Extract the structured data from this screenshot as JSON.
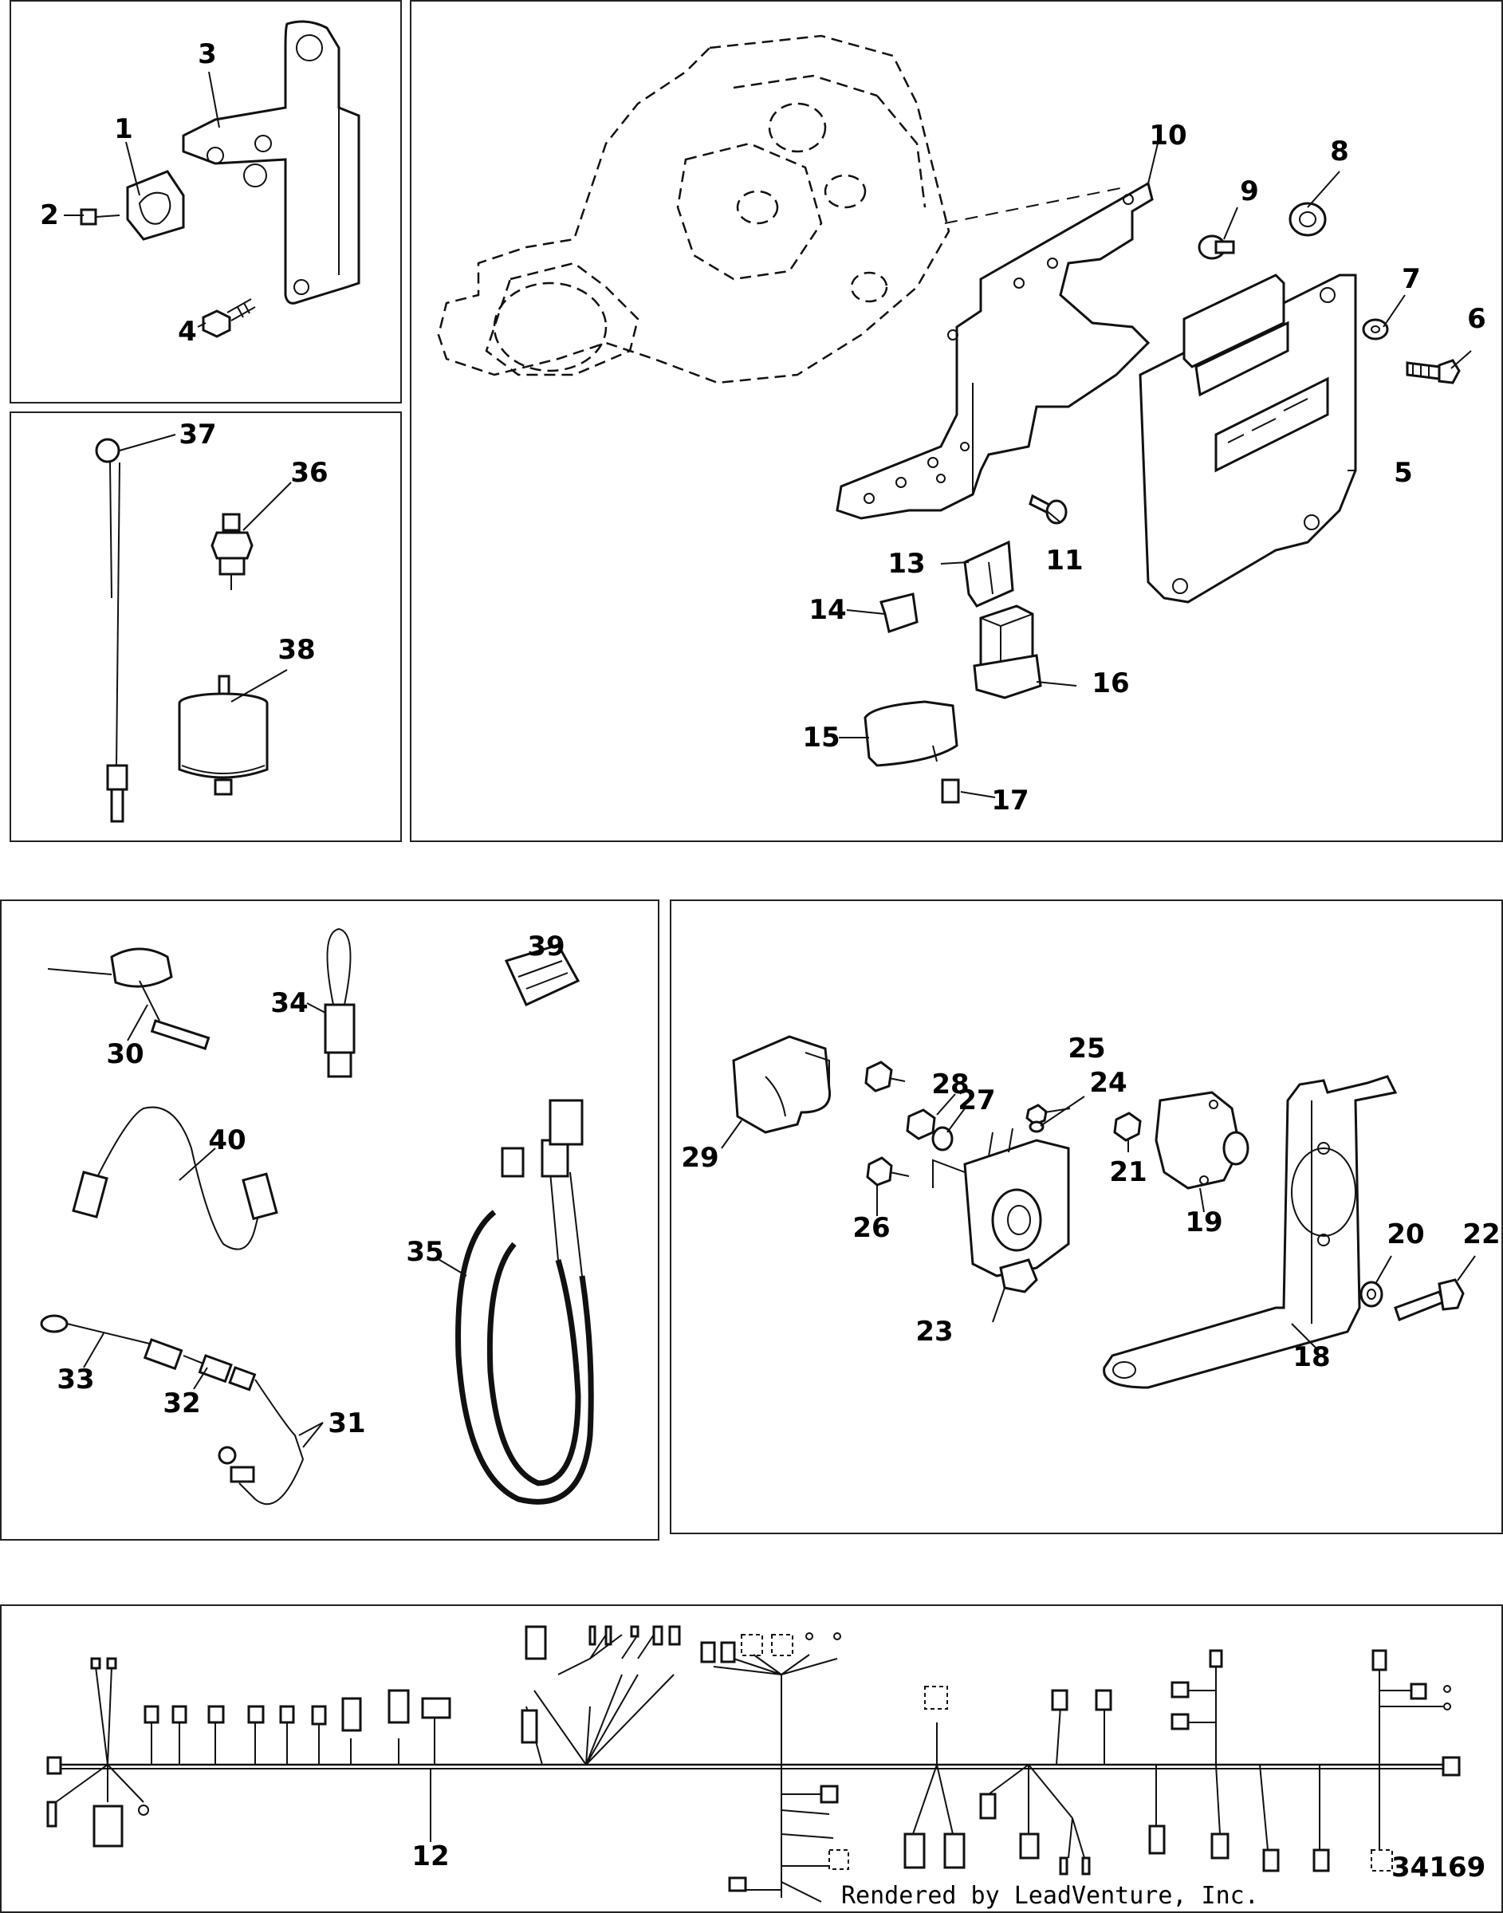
{
  "callouts": {
    "c1": "1",
    "c2": "2",
    "c3": "3",
    "c4": "4",
    "c5": "5",
    "c6": "6",
    "c7": "7",
    "c8": "8",
    "c9": "9",
    "c10": "10",
    "c11": "11",
    "c12": "12",
    "c13": "13",
    "c14": "14",
    "c15": "15",
    "c16": "16",
    "c17": "17",
    "c18": "18",
    "c19": "19",
    "c20": "20",
    "c21": "21",
    "c22": "22",
    "c23": "23",
    "c24": "24",
    "c25": "25",
    "c26": "26",
    "c27": "27",
    "c28": "28",
    "c29": "29",
    "c30": "30",
    "c31": "31",
    "c32": "32",
    "c33": "33",
    "c34": "34",
    "c35": "35",
    "c36": "36",
    "c37": "37",
    "c38": "38",
    "c39": "39",
    "c40": "40"
  },
  "footer": {
    "rendered_by": "Rendered by LeadVenture, Inc.",
    "figure_number": "34169"
  }
}
